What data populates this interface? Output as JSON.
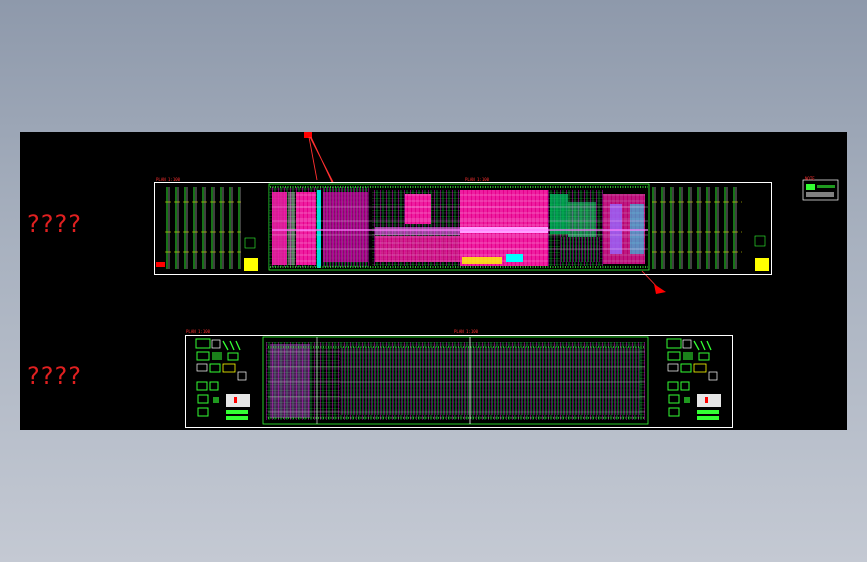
{
  "side_labels": [
    "????",
    "????"
  ],
  "drawing_titles": {
    "top_left": "PLAN 1:100",
    "top_center": "PLAN 1:100",
    "bottom_left": "PLAN 1:100",
    "bottom_center": "PLAN 1:100",
    "legend": "NOTE"
  },
  "colors": {
    "background_top": "#8e99ab",
    "background_bottom": "#c4c9d3",
    "model_space": "#000000",
    "magenta": "#ff00ff",
    "green": "#00ff00",
    "cyan": "#00ffff",
    "yellow": "#ffff00",
    "red": "#ff0000",
    "white": "#ffffff"
  }
}
